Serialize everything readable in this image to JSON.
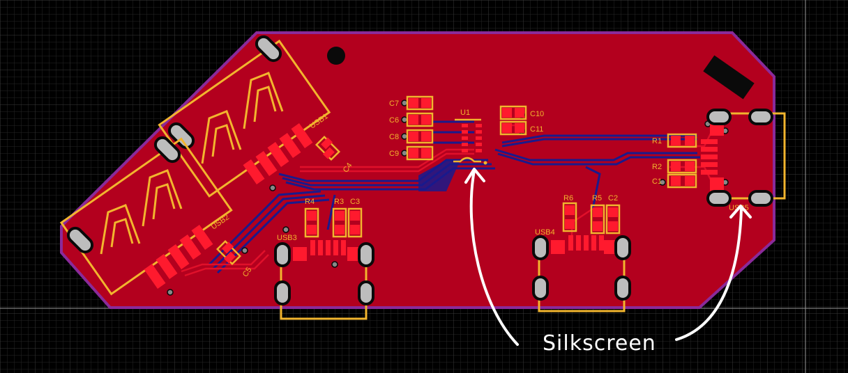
{
  "colors": {
    "background": "#000000",
    "grid": "#2e2e2e",
    "board_fill": "#b3001e",
    "board_outline": "#8a2a9a",
    "trace_top": "#e0102a",
    "trace_bottom": "#1a1a8c",
    "pad": "#ff1a2e",
    "silkscreen": "#f2b52e",
    "pad_gray": "#bdbdbd",
    "annotation": "#ffffff"
  },
  "designators": {
    "usb1": "USB1",
    "usb2": "USB2",
    "usb3": "USB3",
    "usb4": "USB4",
    "usb5": "USB5",
    "u1": "U1",
    "c2": "C2",
    "c3": "C3",
    "c4": "C4",
    "c5": "C5",
    "c6": "C6",
    "c7": "C7",
    "c8": "C8",
    "c9": "C9",
    "c10": "C10",
    "c11": "C11",
    "r1": "R1",
    "r2": "R2",
    "r3": "R3",
    "r4": "R4",
    "r5": "R5",
    "r6": "R6",
    "c1": "C1"
  },
  "annotation": {
    "label": "Silkscreen",
    "arrows": [
      "arrow-to-u1-outline",
      "arrow-to-usb5-outline"
    ]
  }
}
